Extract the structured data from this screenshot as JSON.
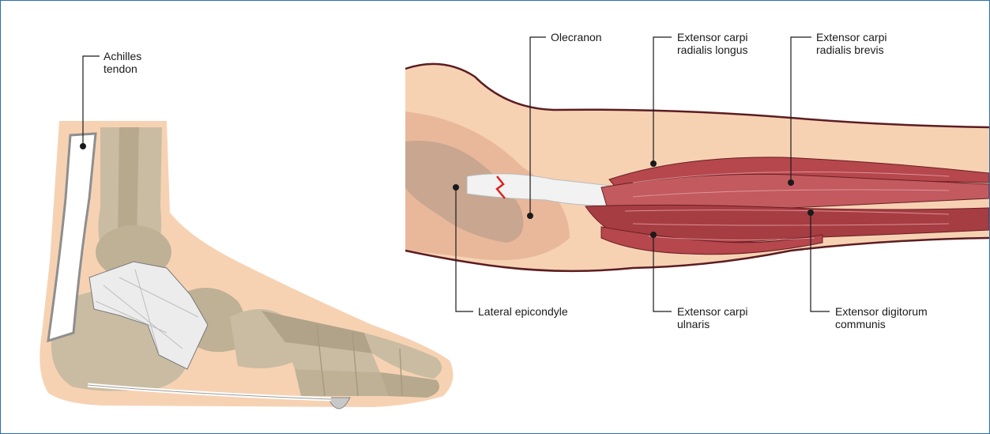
{
  "labels": {
    "achilles": [
      "Achilles",
      "tendon"
    ],
    "olecranon": [
      "Olecranon"
    ],
    "ecrl": [
      "Extensor carpi",
      "radialis longus"
    ],
    "ecrb": [
      "Extensor carpi",
      "radialis brevis"
    ],
    "lateral_epicondyle": [
      "Lateral epicondyle"
    ],
    "ecu": [
      "Extensor carpi",
      "ulnaris"
    ],
    "edc": [
      "Extensor digitorum",
      "communis"
    ]
  },
  "colors": {
    "frame_border": "#2c6db3",
    "skin": "#f6d2b3",
    "bone": "#c9bca3",
    "tendon": "#eeeeee",
    "muscle": "#b5474d",
    "leader": "#1a1a1a"
  }
}
